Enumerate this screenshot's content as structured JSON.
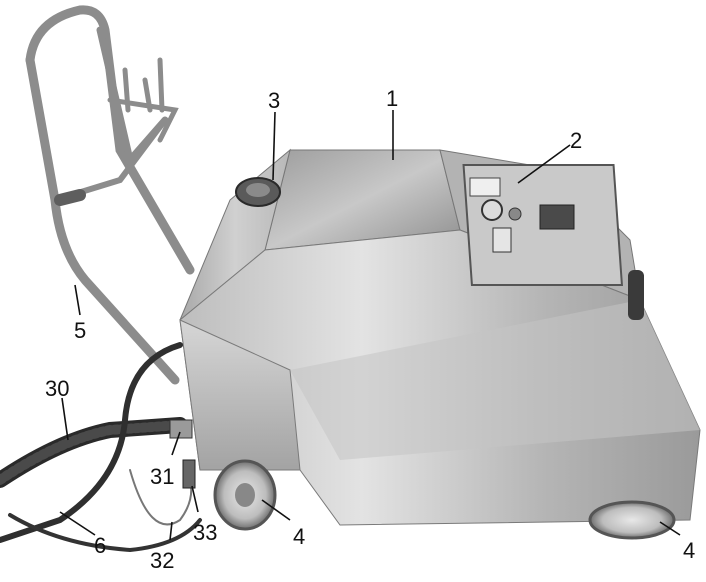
{
  "figure": {
    "colors": {
      "background": "#ffffff",
      "metal_light": "#d9d9d9",
      "metal_mid": "#a9a9a9",
      "metal_dark": "#6e6e6e",
      "hose": "#2a2a2a",
      "label": "#111111"
    },
    "callouts": [
      {
        "id": "c1",
        "label": "1"
      },
      {
        "id": "c2",
        "label": "2"
      },
      {
        "id": "c3",
        "label": "3"
      },
      {
        "id": "c4a",
        "label": "4"
      },
      {
        "id": "c4b",
        "label": "4"
      },
      {
        "id": "c5",
        "label": "5"
      },
      {
        "id": "c6",
        "label": "6"
      },
      {
        "id": "c30",
        "label": "30"
      },
      {
        "id": "c31",
        "label": "31"
      },
      {
        "id": "c32",
        "label": "32"
      },
      {
        "id": "c33",
        "label": "33"
      }
    ]
  }
}
